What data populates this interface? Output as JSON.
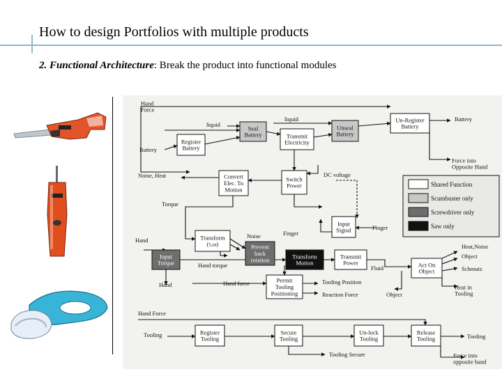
{
  "slide": {
    "title": "How to design Portfolios with multiple products",
    "subtitle_prefix": "2. Functional Architecture",
    "subtitle_rest": ":  Break the product into functional modules"
  },
  "colors": {
    "shared": "#ffffff",
    "scumbuster": "#c8c8c8",
    "screwdriver": "#6e6e6e",
    "saw": "#111111",
    "rule": "#8fb9c6"
  },
  "diagram": {
    "boxes": {
      "seal_battery": "Seal\nBattery",
      "transmit_electricity": "Transmit\nElectricity",
      "unseal_battery": "Unseal\nBattery",
      "unregister_battery": "Un-Register\nBattery",
      "register_battery": "Register\nBattery",
      "convert": "Convert\nElec. To\nMotion",
      "switch_power": "Switch\nPower",
      "input_signal": "Input\nSignal",
      "transform": "Transform\n(τ,ω)",
      "prevent_back": "Prevent\nback\nrotation",
      "input_torque": "Input\nTorque",
      "transform_motion": "Transform\nMotion",
      "transmit_power": "Transmit\nPower",
      "act_on_object": "Act On\nObject",
      "permit_tooling": "Permit\nTooling\nPositioning",
      "register_tooling": "Register\nTooling",
      "secure_tooling": "Secure\nTooling",
      "unlock_tooling": "Un-lock\nTooling",
      "release_tooling": "Release\nTooling"
    },
    "labels": {
      "hand_force_top": "Hand\nForce",
      "liquid_1": "liquid",
      "liquid_2": "liquid",
      "battery_left": "Battery",
      "battery_right": "Battery",
      "force_opposite": "Force into\nOpposite Hand",
      "noise_heat": "Noise, Heat",
      "dc_voltage": "DC voltage",
      "torque": "Torque",
      "finger_1": "Finger",
      "finger_2": "Finger",
      "noise": "Noise",
      "hand": "Hand",
      "hand_torque": "Hand torque",
      "hand_out": "Hand",
      "hand_force": "Hand force",
      "fluid": "Fluid",
      "tooling_position": "Tooling Position",
      "reaction_force": "Reaction Force",
      "object_in": "Object",
      "heat_noise": "Heat,Noise",
      "object_out": "Object",
      "schmutz": "Schmutz",
      "heat_tooling": "Heat in\nTooling",
      "hand_force_bottom": "Hand Force",
      "tooling_left": "Tooling",
      "tooling_right": "Tooling",
      "tooling_secure": "Tooling Secure",
      "force_opposite_bottom": "Force into\nopposite hand"
    },
    "legend": [
      {
        "label": "Shared Function",
        "color": "#ffffff"
      },
      {
        "label": "Scumbuster only",
        "color": "#c8c8c8"
      },
      {
        "label": "Screwdriver only",
        "color": "#6e6e6e"
      },
      {
        "label": "Saw only",
        "color": "#111111"
      }
    ]
  },
  "products": [
    {
      "name": "reciprocating-saw"
    },
    {
      "name": "cordless-screwdriver"
    },
    {
      "name": "scumbuster-scrubber"
    }
  ]
}
